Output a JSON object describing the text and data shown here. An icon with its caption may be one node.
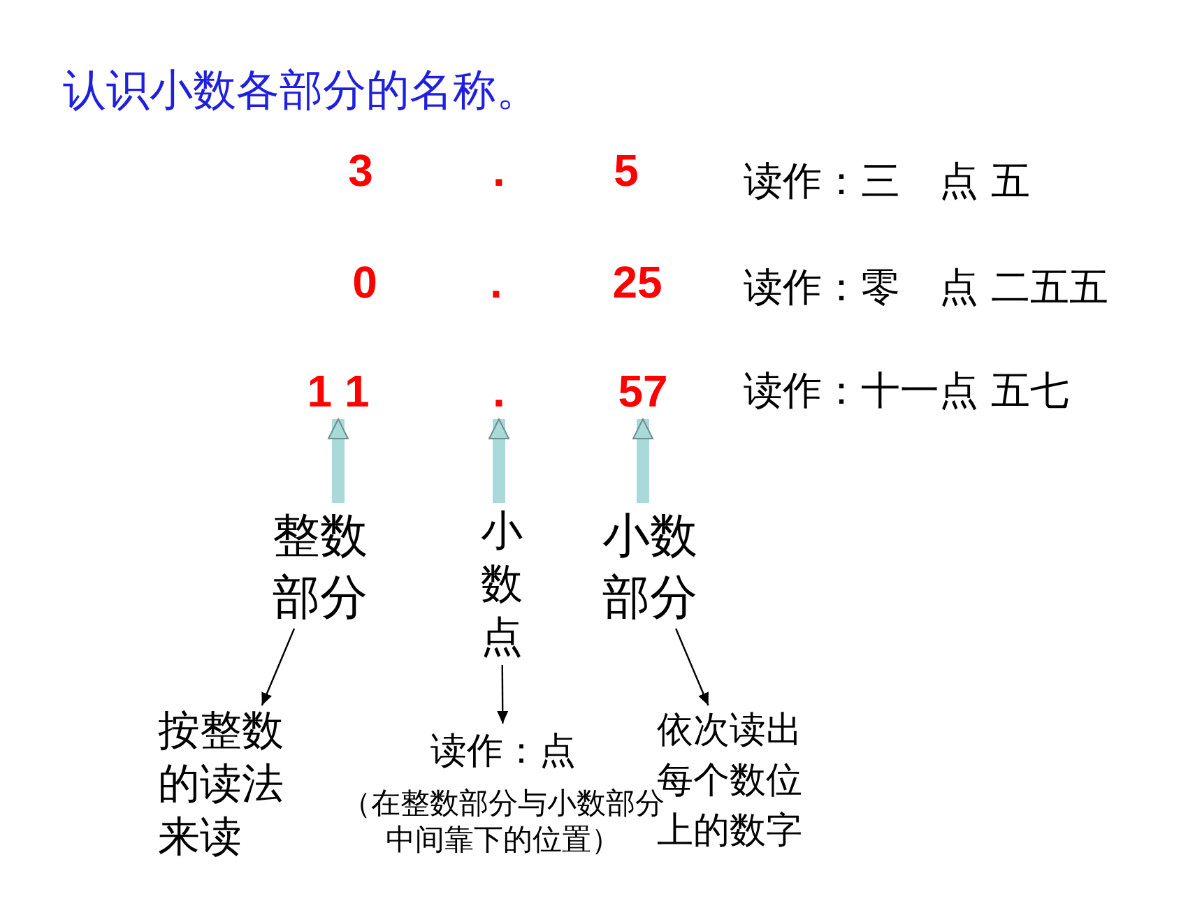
{
  "diagram": {
    "title": "认识小数各部分的名称。",
    "nodes": [
      {
        "text": [
          "3"
        ]
      },
      {
        "text": [
          "."
        ]
      },
      {
        "text": [
          "5"
        ]
      },
      {
        "text": [
          "0"
        ]
      },
      {
        "text": [
          "."
        ]
      },
      {
        "text": [
          "25"
        ]
      },
      {
        "text": [
          "1 1"
        ]
      },
      {
        "text": [
          "."
        ]
      },
      {
        "text": [
          "57"
        ]
      },
      {
        "text": [
          "整数部分"
        ]
      },
      {
        "text": [
          "小数点"
        ]
      },
      {
        "text": [
          "小数部分"
        ]
      },
      {
        "text": [
          "按整数的读法来读"
        ]
      },
      {
        "text": [
          "读作：点",
          "（在整数部分与小数部分中间靠下的位置）"
        ]
      },
      {
        "text": [
          "依次读出每个数位上的数字"
        ]
      }
    ],
    "edges": [
      {
        "from": 9,
        "to": 6,
        "arrow": "to",
        "style": "thick",
        "color": "#a9d9d9"
      },
      {
        "from": 10,
        "to": 7,
        "arrow": "to",
        "style": "thick",
        "color": "#a9d9d9"
      },
      {
        "from": 11,
        "to": 8,
        "arrow": "to",
        "style": "thick",
        "color": "#a9d9d9"
      },
      {
        "from": 9,
        "to": 12,
        "arrow": "to",
        "color": "#000000"
      },
      {
        "from": 10,
        "to": 13,
        "arrow": "to",
        "color": "#000000"
      },
      {
        "from": 11,
        "to": 14,
        "arrow": "to",
        "color": "#000000"
      }
    ],
    "labels": [
      "读作：三　点 五",
      "读作：零　点 二五五",
      "读作：十一点 五七"
    ]
  }
}
